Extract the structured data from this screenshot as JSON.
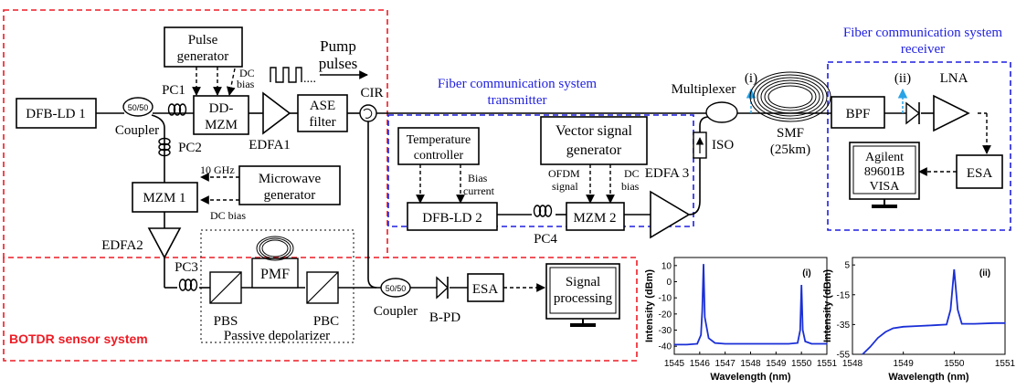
{
  "regions": {
    "botdr": {
      "label": "BOTDR sensor system",
      "color": "#ee1c25"
    },
    "transmitter": {
      "label_line1": "Fiber communication system",
      "label_line2": "transmitter",
      "color": "#1f1fe0"
    },
    "receiver": {
      "label_line1": "Fiber communication system",
      "label_line2": "receiver",
      "color": "#1f1fe0"
    }
  },
  "components": {
    "dfb1": "DFB-LD 1",
    "splitter": "50/50",
    "coupler1": "Coupler",
    "pc1": "PC1",
    "pc2": "PC2",
    "pc3": "PC3",
    "pc4": "PC4",
    "pulse_gen_l1": "Pulse",
    "pulse_gen_l2": "generator",
    "dc_bias_top_l1": "DC",
    "dc_bias_top_l2": "bias",
    "ddmzm_l1": "DD-",
    "ddmzm_l2": "MZM",
    "edfa1": "EDFA1",
    "ase_l1": "ASE",
    "ase_l2": "filter",
    "pump_l1": "Pump",
    "pump_l2": "pulses",
    "pump_dots": "....",
    "cir": "CIR",
    "ghz": "10 GHz",
    "microwave_l1": "Microwave",
    "microwave_l2": "generator",
    "mzm1": "MZM 1",
    "dc_bias_mzm1": "DC bias",
    "edfa2": "EDFA2",
    "pmf": "PMF",
    "pbs": "PBS",
    "pbc": "PBC",
    "passive_depol": "Passive depolarizer",
    "coupler2_ratio": "50/50",
    "coupler2": "Coupler",
    "bpd": "B-PD",
    "esa1": "ESA",
    "signal_proc_l1": "Signal",
    "signal_proc_l2": "processing",
    "temp_l1": "Temperature",
    "temp_l2": "controller",
    "bias_current_l1": "Bias",
    "bias_current_l2": "current",
    "dfb2": "DFB-LD 2",
    "vsg_l1": "Vector signal",
    "vsg_l2": "generator",
    "ofdm_l1": "OFDM",
    "ofdm_l2": "signal",
    "dc_bias_mzm2_l1": "DC",
    "dc_bias_mzm2_l2": "bias",
    "mzm2": "MZM 2",
    "edfa3": "EDFA 3",
    "multiplexer": "Multiplexer",
    "iso": "ISO",
    "point_i": "(i)",
    "point_ii": "(ii)",
    "smf_l1": "SMF",
    "smf_l2": "(25km)",
    "bpf": "BPF",
    "lna": "LNA",
    "esa2": "ESA",
    "agilent_l1": "Agilent",
    "agilent_l2": "89601B",
    "agilent_l3": "VISA"
  },
  "chart_data": [
    {
      "type": "line",
      "title": "(i)",
      "xlabel": "Wavelength (nm)",
      "ylabel": "Intensity (dBm)",
      "xlim": [
        1545,
        1551
      ],
      "ylim": [
        -45,
        15
      ],
      "xticks": [
        "1545",
        "1546",
        "1547",
        "1548",
        "1549",
        "1550",
        "1551"
      ],
      "yticks": [
        "10",
        "0",
        "-10",
        "-20",
        "-30",
        "-40"
      ],
      "series": [
        {
          "color": "#1a2fd6",
          "x": [
            1545.0,
            1545.5,
            1545.9,
            1546.05,
            1546.1,
            1546.15,
            1546.2,
            1546.35,
            1546.6,
            1547.0,
            1547.5,
            1548.0,
            1548.5,
            1549.0,
            1549.5,
            1549.85,
            1549.95,
            1550.0,
            1550.05,
            1550.15,
            1550.4,
            1551.0
          ],
          "y": [
            -39,
            -39,
            -38.5,
            -33,
            -18,
            11,
            -22,
            -35,
            -38,
            -38.5,
            -38.5,
            -38.5,
            -38.5,
            -38.5,
            -38.5,
            -38,
            -30,
            -2,
            -30,
            -37,
            -38.5,
            -38.5
          ]
        }
      ]
    },
    {
      "type": "line",
      "title": "(ii)",
      "xlabel": "Wavelength (nm)",
      "ylabel": "Intensity (dBm)",
      "xlim": [
        1548,
        1551
      ],
      "ylim": [
        -55,
        10
      ],
      "xticks": [
        "1548",
        "1549",
        "1550",
        "1551"
      ],
      "yticks": [
        "5",
        "-15",
        "-35",
        "-55"
      ],
      "series": [
        {
          "color": "#1a2fd6",
          "x": [
            1548.2,
            1548.35,
            1548.5,
            1548.65,
            1548.8,
            1549.0,
            1549.3,
            1549.6,
            1549.85,
            1549.93,
            1550.0,
            1550.07,
            1550.15,
            1550.4,
            1550.8,
            1551.0
          ],
          "y": [
            -55,
            -50,
            -44,
            -40,
            -37.5,
            -36.5,
            -36,
            -35.5,
            -35,
            -25,
            2,
            -25,
            -34.5,
            -34.5,
            -34,
            -34
          ]
        }
      ]
    }
  ]
}
